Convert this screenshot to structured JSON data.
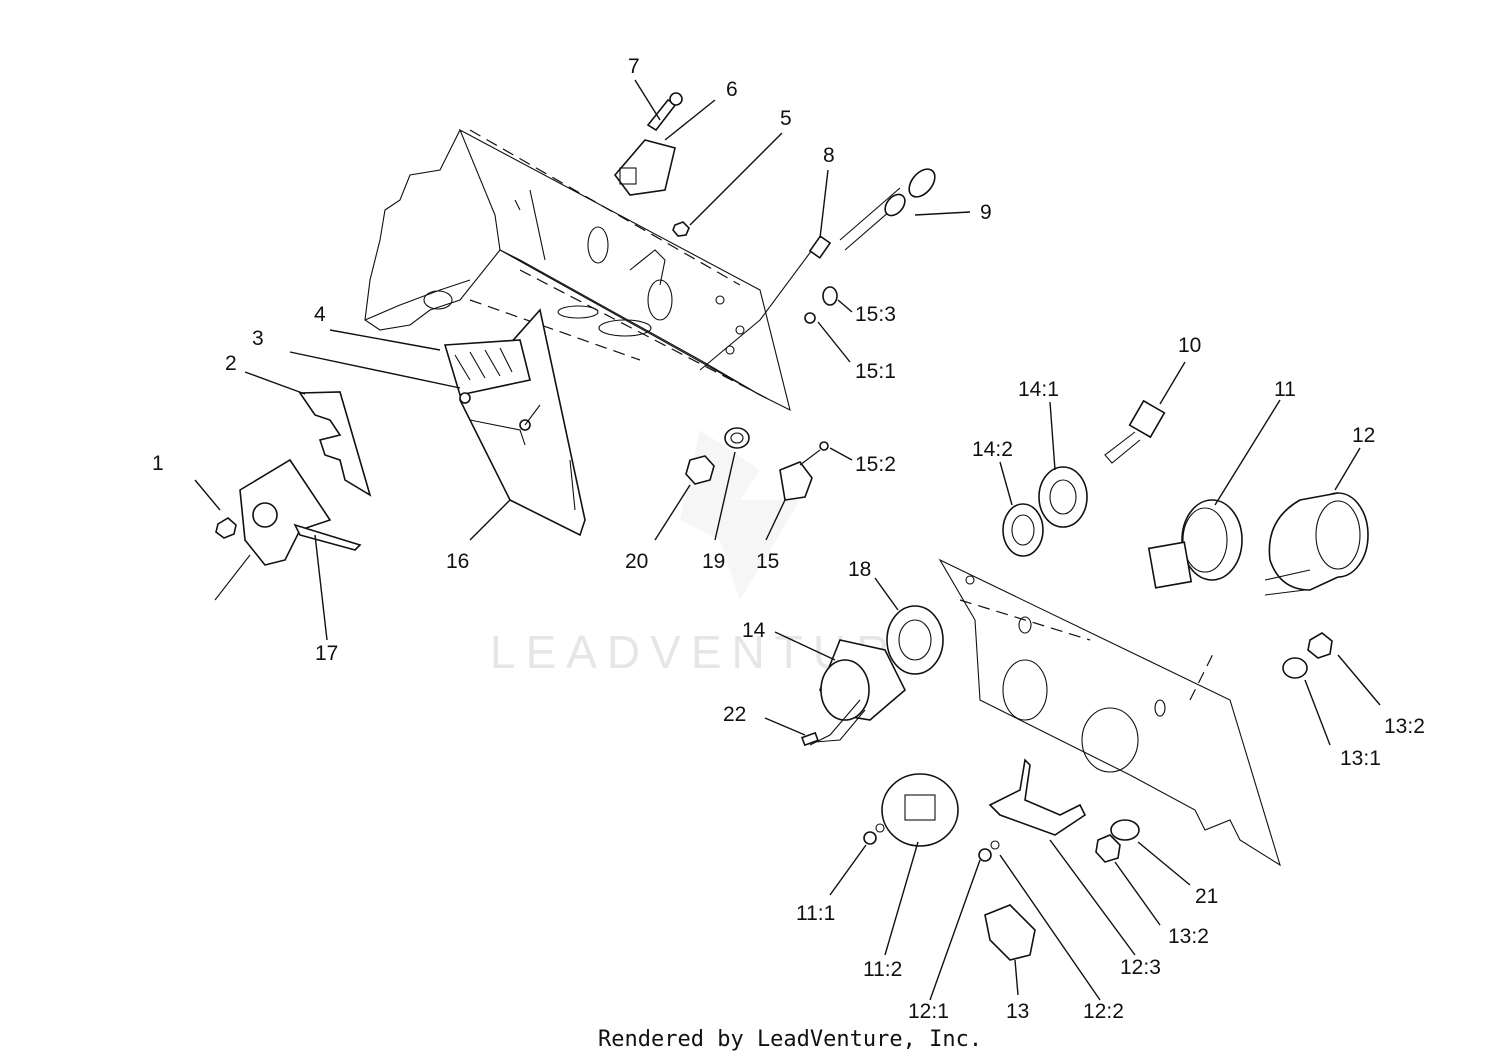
{
  "watermark": "LEADVENTURE",
  "credit": "Rendered by LeadVenture, Inc.",
  "callouts": {
    "c1": "1",
    "c2": "2",
    "c3": "3",
    "c4": "4",
    "c5": "5",
    "c6": "6",
    "c7": "7",
    "c8": "8",
    "c9": "9",
    "c10": "10",
    "c11": "11",
    "c12": "12",
    "c13": "13",
    "c14": "14",
    "c15": "15",
    "c16": "16",
    "c17": "17",
    "c18": "18",
    "c19": "19",
    "c20": "20",
    "c21": "21",
    "c22": "22",
    "c11_1": "11:1",
    "c11_2": "11:2",
    "c12_1": "12:1",
    "c12_2": "12:2",
    "c12_3": "12:3",
    "c13_1": "13:1",
    "c13_2a": "13:2",
    "c13_2b": "13:2",
    "c14_1": "14:1",
    "c14_2": "14:2",
    "c15_1": "15:1",
    "c15_2": "15:2",
    "c15_3": "15:3"
  }
}
